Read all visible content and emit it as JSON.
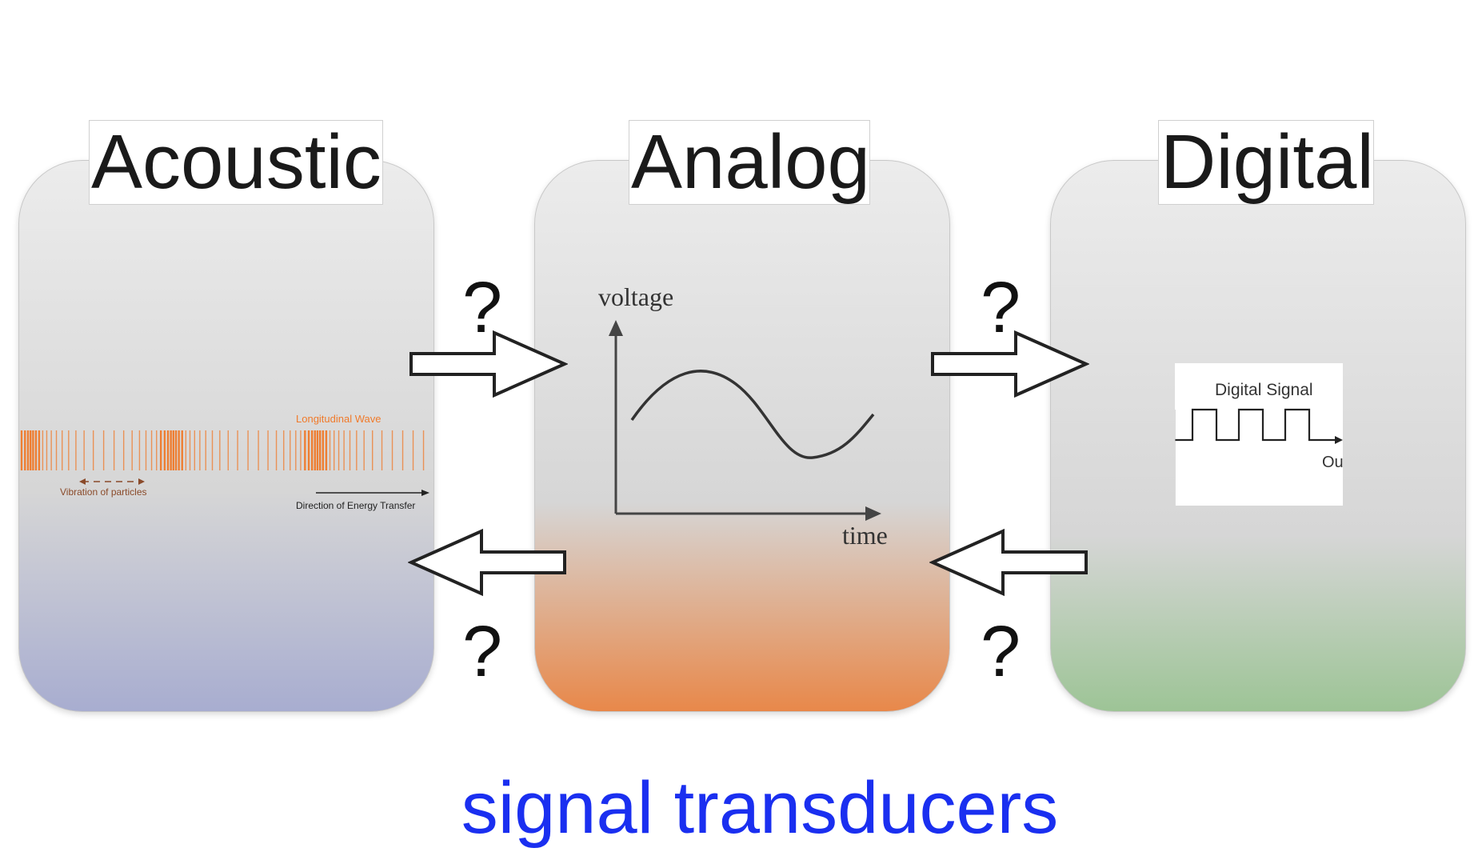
{
  "panels": {
    "acoustic": {
      "title": "Acoustic"
    },
    "analog": {
      "title": "Analog"
    },
    "digital": {
      "title": "Digital"
    }
  },
  "arrows": {
    "question_mark": "?"
  },
  "acoustic_wave": {
    "title": "Longitudinal Wave",
    "vibration_label": "Vibration of particles",
    "energy_label": "Direction of Energy Transfer",
    "color": "#f07a2a"
  },
  "analog_plot": {
    "ylabel": "voltage",
    "xlabel": "time"
  },
  "digital_signal": {
    "title": "Digital Signal",
    "output_label": "Ou"
  },
  "caption": "signal transducers",
  "colors": {
    "caption": "#1a2ff0",
    "acoustic_bottom": "#a8add0",
    "analog_bottom": "#e8884a",
    "digital_bottom": "#9dc496"
  }
}
